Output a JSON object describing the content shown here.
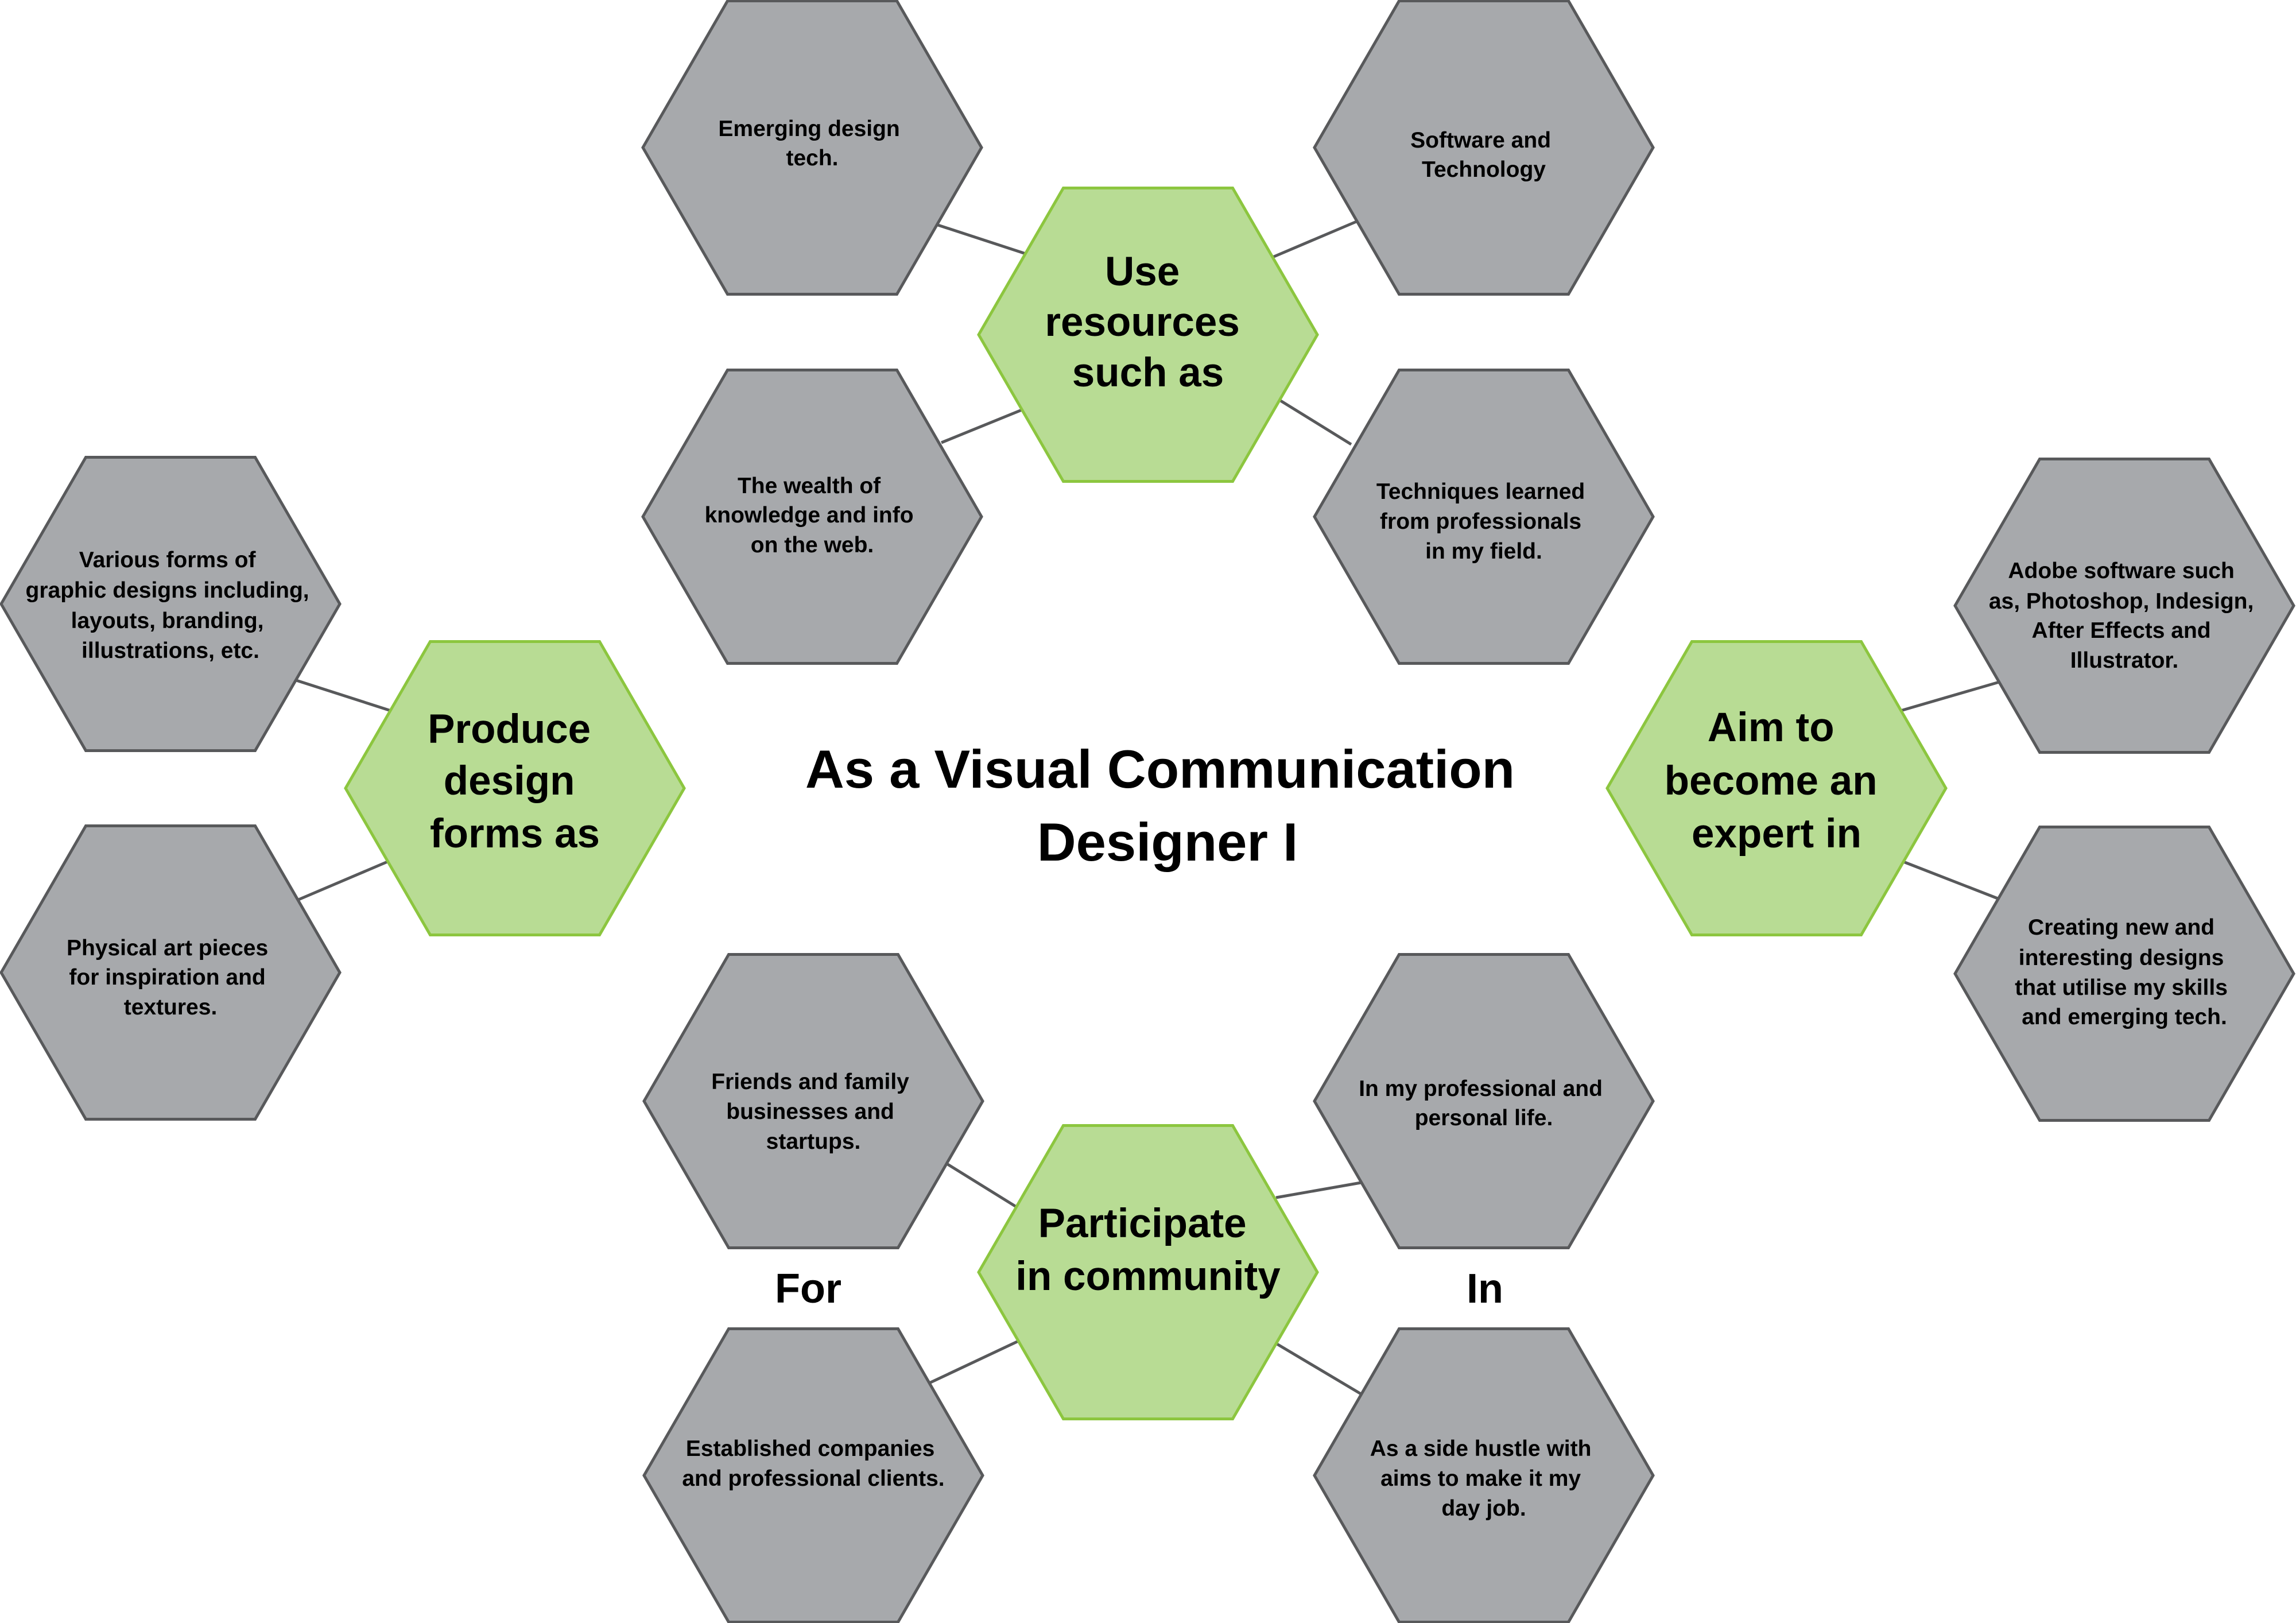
{
  "title": {
    "lines": [
      "As a Visual Communication",
      "Designer I"
    ]
  },
  "colors": {
    "primary_fill": "#b8dc94",
    "primary_stroke": "#8cc63f",
    "secondary_fill": "#a7a9ac",
    "secondary_stroke": "#58595b",
    "connector": "#58595b",
    "text": "#000000"
  },
  "groups": {
    "resources": {
      "label": [
        "Use",
        "resources",
        "such as"
      ],
      "items": {
        "emerging": [
          "Emerging design",
          "tech."
        ],
        "software": [
          "Software and",
          "Technology"
        ],
        "wealth": [
          "The wealth of",
          "knowledge and info",
          "on the web."
        ],
        "techniques": [
          "Techniques learned",
          "from professionals",
          "in my field."
        ]
      }
    },
    "produce": {
      "label": [
        "Produce",
        "design",
        "forms as"
      ],
      "items": {
        "various": [
          "Various forms of",
          "graphic designs including,",
          "layouts, branding,",
          "illustrations, etc."
        ],
        "physical": [
          "Physical art pieces",
          "for inspiration and",
          "textures."
        ]
      }
    },
    "expert": {
      "label": [
        "Aim to",
        "become an",
        "expert in"
      ],
      "items": {
        "adobe": [
          "Adobe software such",
          "as, Photoshop, Indesign,",
          "After Effects and",
          "Illustrator."
        ],
        "creating": [
          "Creating new and",
          "interesting designs",
          "that utilise my skills",
          "and emerging tech."
        ]
      }
    },
    "community": {
      "label": [
        "Participate",
        "in community"
      ],
      "side_labels": {
        "left": "For",
        "right": "In"
      },
      "items": {
        "friends": [
          "Friends and family",
          "businesses and",
          "startups."
        ],
        "professional_life": [
          "In my professional and",
          "personal life."
        ],
        "established": [
          "Established companies",
          "and professional clients."
        ],
        "side_hustle": [
          "As a side hustle with",
          "aims to make it my",
          "day job."
        ]
      }
    }
  }
}
